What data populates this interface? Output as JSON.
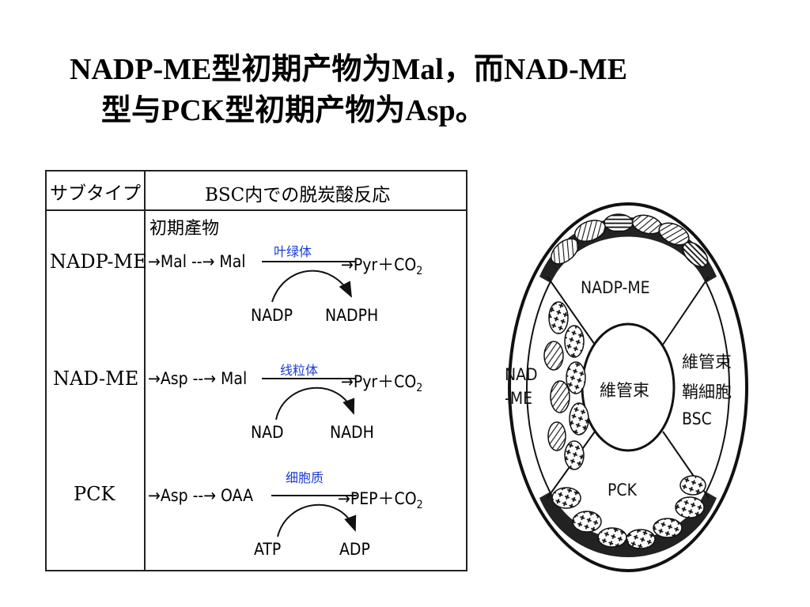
{
  "title": {
    "line1": "NADP-ME型初期产物为Mal，而NAD-ME",
    "line2": "型与PCK型初期产物为Asp。"
  },
  "table": {
    "header_subtype": "サブタイプ",
    "header_reaction": "BSC内での脱炭酸反応",
    "subheader": "初期產物",
    "rows": [
      {
        "label": "NADP-ME",
        "chain": "→Mal --→ Mal",
        "location": "叶绿体",
        "products": "→Pyr＋CO",
        "sub": "2",
        "cofactor_in": "NADP",
        "cofactor_out": "NADPH"
      },
      {
        "label": "NAD-ME",
        "chain": "→Asp --→ Mal",
        "location": "线粒体",
        "products": "→Pyr＋CO",
        "sub": "2",
        "cofactor_in": "NAD",
        "cofactor_out": "NADH"
      },
      {
        "label": "PCK",
        "chain": "→Asp --→ OAA",
        "location": "细胞质",
        "products": "→PEP＋CO",
        "sub": "2",
        "cofactor_in": "ATP",
        "cofactor_out": "ADP"
      }
    ]
  },
  "circle": {
    "top_label": "NADP-ME",
    "left_label_1": "NAD",
    "left_label_2": "-ME",
    "center_label": "維管束",
    "right_label_1": "維管束",
    "right_label_2": "鞘細胞",
    "right_label_3": "BSC",
    "bottom_label": "PCK"
  }
}
